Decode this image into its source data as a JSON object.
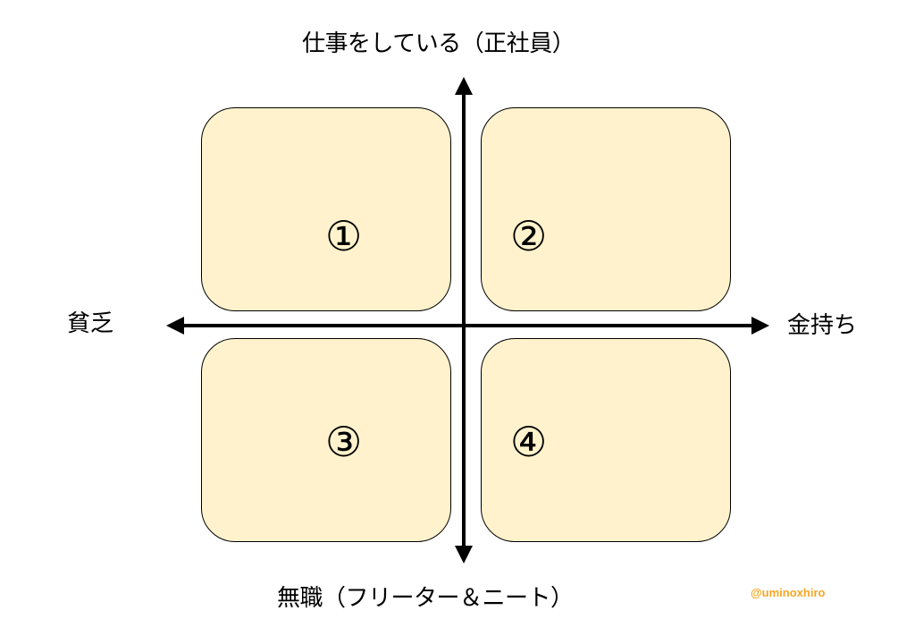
{
  "title_top": "仕事をしている（正社員）",
  "label_bottom": "無職（フリーター＆ニート）",
  "label_left": "貧乏",
  "label_right": "金持ち",
  "quadrants": [
    {
      "number": "①"
    },
    {
      "number": "②"
    },
    {
      "number": "③"
    },
    {
      "number": "④"
    }
  ],
  "credit": "@uminoxhiro",
  "colors": {
    "quadrant_fill": "#fff2cc",
    "axis": "#000000",
    "credit": "#f5a623"
  }
}
